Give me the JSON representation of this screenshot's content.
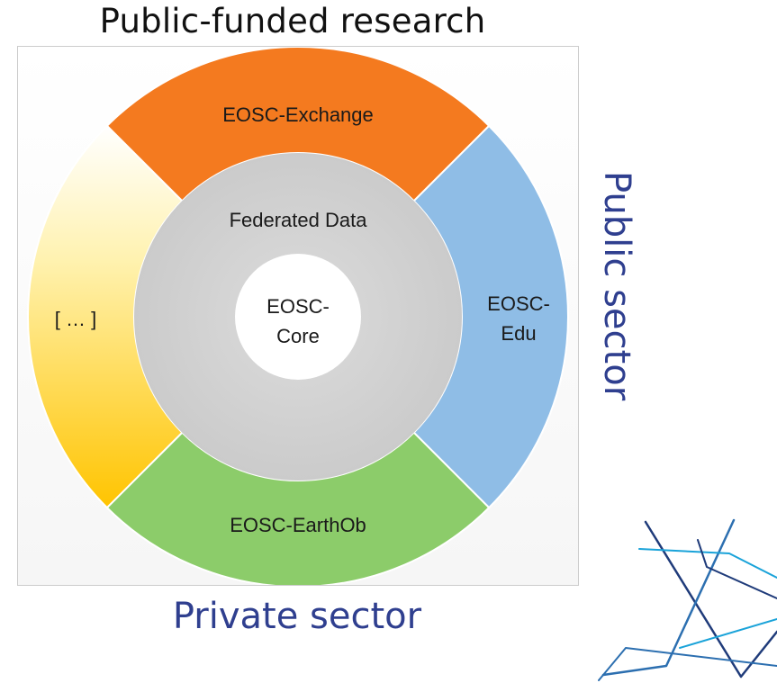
{
  "title": "Public-funded research",
  "right_label": "Public sector",
  "bottom_label": "Private sector",
  "diagram": {
    "segments": {
      "exchange": "EOSC-Exchange",
      "edu_line1": "EOSC-",
      "edu_line2": "Edu",
      "earthob": "EOSC-EarthOb",
      "other": "[ … ]"
    },
    "middle": "Federated Data",
    "core_line1": "EOSC-",
    "core_line2": "Core"
  },
  "colors": {
    "exchange": "#f47a1f",
    "edu": "#8fbde6",
    "earthob": "#8ccc6a",
    "other_top": "#ffffff",
    "other_bottom": "#ffc400",
    "federated": "#d0d0d0",
    "core": "#ffffff",
    "accent_text": "#2f3f8f"
  }
}
